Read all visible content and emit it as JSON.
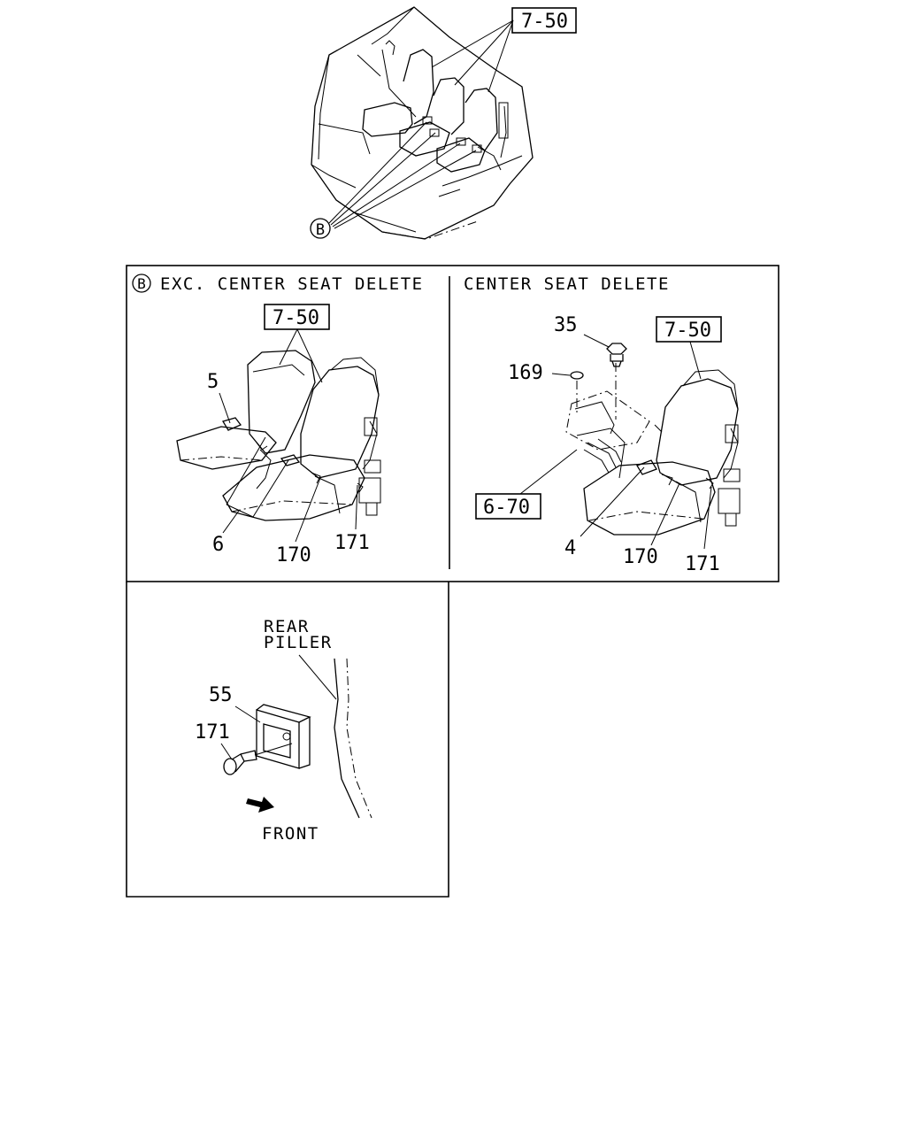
{
  "overview": {
    "ref_label": "7-50",
    "callout_letter": "B"
  },
  "panel_exc": {
    "callout_letter": "B",
    "title": "EXC. CENTER SEAT DELETE",
    "ref_label": "7-50",
    "parts": {
      "p5": "5",
      "p6": "6",
      "p170": "170",
      "p171": "171"
    }
  },
  "panel_center": {
    "title": "CENTER SEAT DELETE",
    "ref_label_top": "7-50",
    "ref_label_bottom": "6-70",
    "parts": {
      "p35": "35",
      "p169": "169",
      "p4": "4",
      "p170": "170",
      "p171": "171"
    }
  },
  "panel_pillar": {
    "pillar_line1": "REAR",
    "pillar_line2": "PILLER",
    "direction": "FRONT",
    "parts": {
      "p55": "55",
      "p171": "171"
    }
  },
  "icons": [
    "front-arrow-icon"
  ]
}
